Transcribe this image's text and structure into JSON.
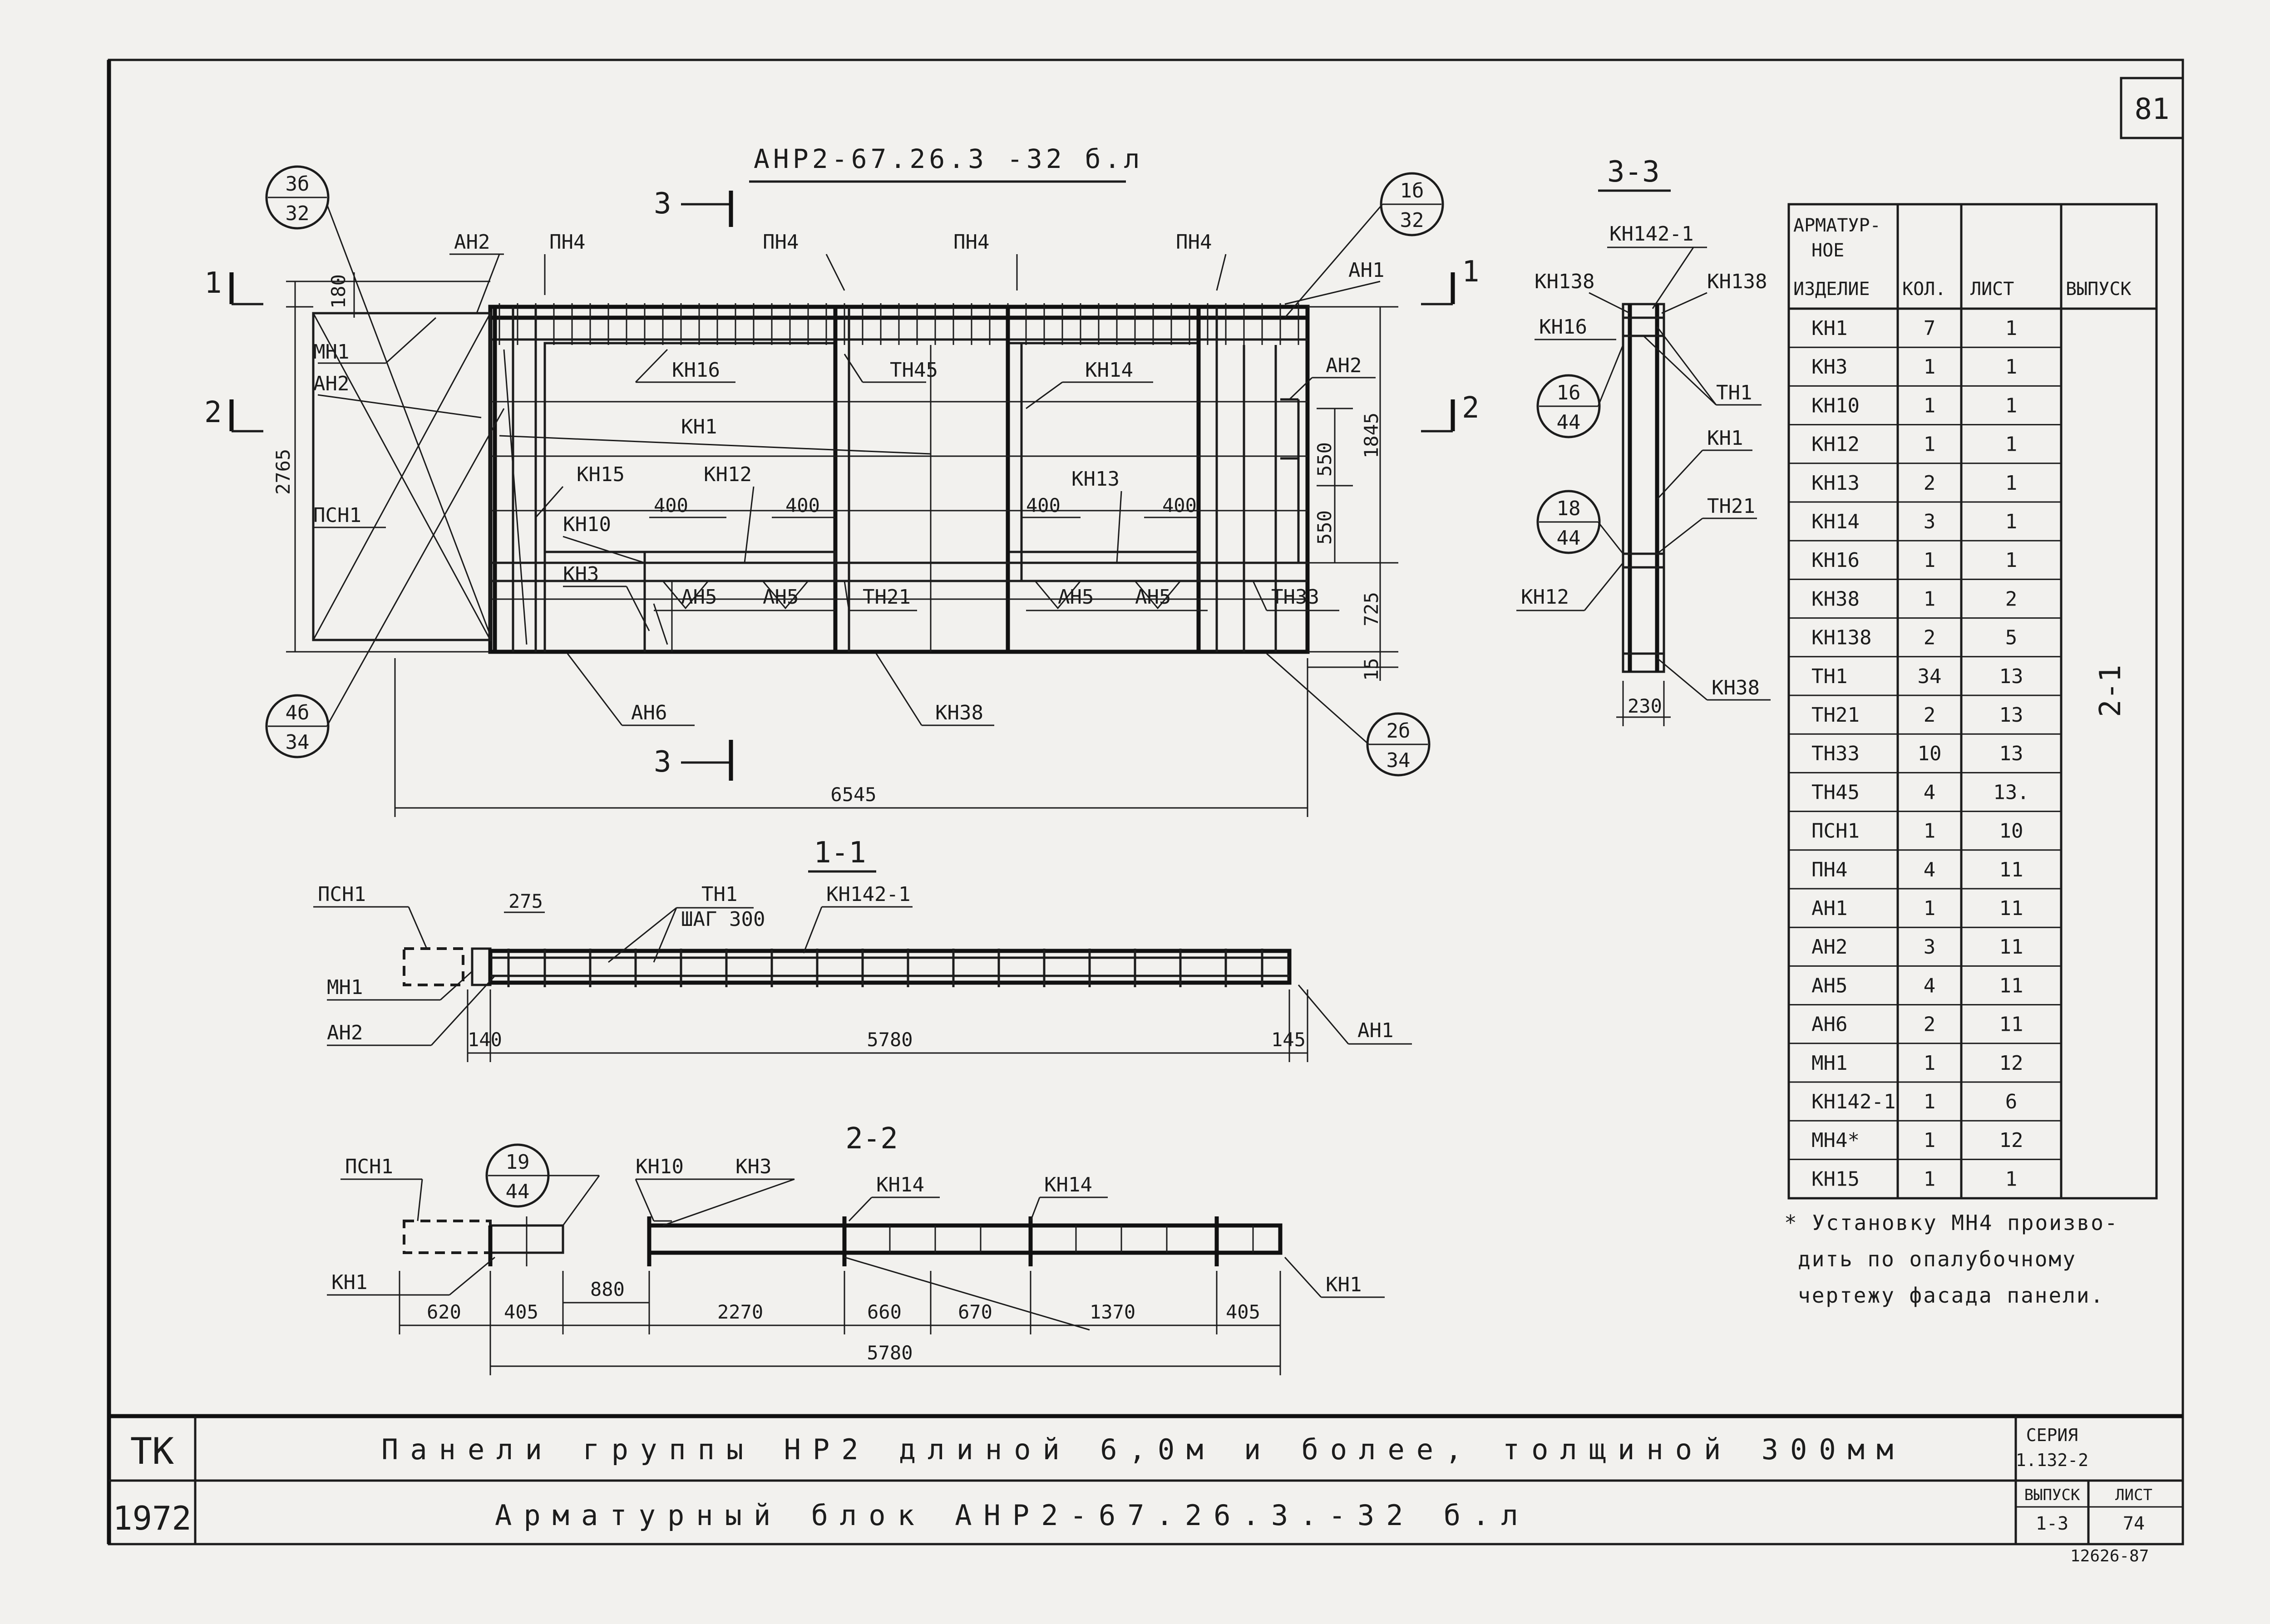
{
  "sheet": {
    "number": "81",
    "main_title": "АНР2-67.26.3 -32 б.л",
    "stamp": "12626-87"
  },
  "section_labels": {
    "s33": "3-3",
    "s11": "1-1",
    "s22": "2-2",
    "cut1": "1",
    "cut2": "2",
    "cut3": "3"
  },
  "callouts": [
    {
      "top": "3б",
      "bottom": "32"
    },
    {
      "top": "1б",
      "bottom": "32"
    },
    {
      "top": "4б",
      "bottom": "34"
    },
    {
      "top": "2б",
      "bottom": "34"
    },
    {
      "top": "16",
      "bottom": "44"
    },
    {
      "top": "18",
      "bottom": "44"
    },
    {
      "top": "19",
      "bottom": "44"
    }
  ],
  "labels": {
    "ah2": "АН2",
    "ah1": "АН1",
    "pn4": "ПН4",
    "mn1": "МН1",
    "psn1": "ПСН1",
    "kn1": "КН1",
    "kn3": "КН3",
    "kn10": "КН10",
    "kn12": "КН12",
    "kn13": "КН13",
    "kn14": "КН14",
    "kn15": "КН15",
    "kn16": "КН16",
    "kn38": "КН38",
    "kn138": "КН138",
    "kn142": "КН142-1",
    "tn1": "ТН1",
    "tn21": "ТН21",
    "tn33": "ТН33",
    "tn45": "ТН45",
    "ah5": "АН5",
    "ah6": "АН6",
    "step": "ШАГ 300"
  },
  "dims": {
    "d180": "180",
    "d2765": "2765",
    "d1845": "1845",
    "d550": "550",
    "d725": "725",
    "d15": "15",
    "d400": "400",
    "d6545": "6545",
    "d230": "230",
    "d275": "275",
    "d140": "140",
    "d5780": "5780",
    "d145": "145",
    "d620": "620",
    "d405": "405",
    "d880": "880",
    "d2270": "2270",
    "d660": "660",
    "d670": "670",
    "d1370": "1370"
  },
  "table": {
    "headers": {
      "item": [
        "АРМАТУР-",
        "НОЕ",
        "ИЗДЕЛИЕ"
      ],
      "qty": "КОЛ.",
      "sheet": "ЛИСТ",
      "issue": "ВЫПУСК"
    },
    "issue_value": "2-1",
    "rows": [
      {
        "item": "КН1",
        "qty": "7",
        "sheet": "1"
      },
      {
        "item": "КН3",
        "qty": "1",
        "sheet": "1"
      },
      {
        "item": "КН10",
        "qty": "1",
        "sheet": "1"
      },
      {
        "item": "КН12",
        "qty": "1",
        "sheet": "1"
      },
      {
        "item": "КН13",
        "qty": "2",
        "sheet": "1"
      },
      {
        "item": "КН14",
        "qty": "3",
        "sheet": "1"
      },
      {
        "item": "КН16",
        "qty": "1",
        "sheet": "1"
      },
      {
        "item": "КН38",
        "qty": "1",
        "sheet": "2"
      },
      {
        "item": "КН138",
        "qty": "2",
        "sheet": "5"
      },
      {
        "item": "ТН1",
        "qty": "34",
        "sheet": "13"
      },
      {
        "item": "ТН21",
        "qty": "2",
        "sheet": "13"
      },
      {
        "item": "ТН33",
        "qty": "10",
        "sheet": "13"
      },
      {
        "item": "ТН45",
        "qty": "4",
        "sheet": "13."
      },
      {
        "item": "ПСН1",
        "qty": "1",
        "sheet": "10"
      },
      {
        "item": "ПН4",
        "qty": "4",
        "sheet": "11"
      },
      {
        "item": "АН1",
        "qty": "1",
        "sheet": "11"
      },
      {
        "item": "АН2",
        "qty": "3",
        "sheet": "11"
      },
      {
        "item": "АН5",
        "qty": "4",
        "sheet": "11"
      },
      {
        "item": "АН6",
        "qty": "2",
        "sheet": "11"
      },
      {
        "item": "МН1",
        "qty": "1",
        "sheet": "12"
      },
      {
        "item": "КН142-1",
        "qty": "1",
        "sheet": "6"
      },
      {
        "item": "МН4*",
        "qty": "1",
        "sheet": "12"
      },
      {
        "item": "КН15",
        "qty": "1",
        "sheet": "1"
      }
    ]
  },
  "note": [
    "* Установку МН4 произво-",
    "дить по опалубочному",
    "чертежу фасада панели."
  ],
  "title_block": {
    "org": "ТК",
    "year": "1972",
    "line1": "Панели группы НР2 длиной 6,0м и более, толщиной 300мм",
    "line2": "Арматурный блок АНР2-67.26.3.-32 б.л",
    "series_label": "СЕРИЯ",
    "series_value": "1.132-2",
    "issue_label": "ВЫПУСК",
    "issue_value": "1-3",
    "sheet_label": "ЛИСТ",
    "sheet_value": "74"
  }
}
